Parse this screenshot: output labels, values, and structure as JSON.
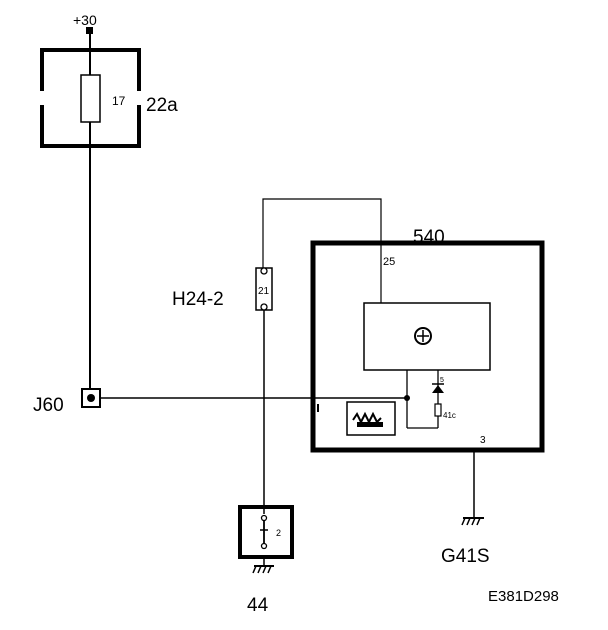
{
  "diagram": {
    "supply_label": "+30",
    "fuse_value": "17",
    "fuse_block_label": "22a",
    "splice_label": "J60",
    "connector_label": "H24-2",
    "connector_pins": "21",
    "module_label": "540",
    "module_pin_label": "25",
    "diode_label": "5",
    "resistor_label": "41c",
    "module_ground_pin": "3",
    "ground_label": "G41S",
    "switch_pin_label": "2",
    "switch_component_label": "44",
    "drawing_code": "E381D298"
  }
}
